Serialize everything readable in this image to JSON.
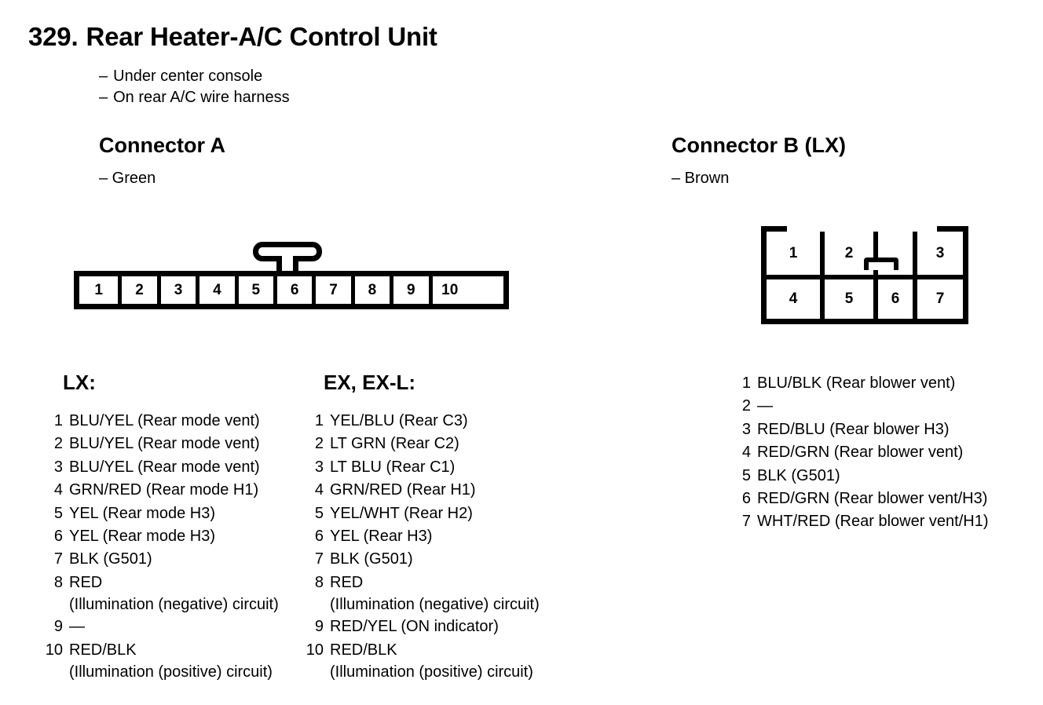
{
  "title": {
    "number": "329.",
    "text": "Rear Heater-A/C Control Unit"
  },
  "subtitles": [
    {
      "dash": "–",
      "text": "Under center console"
    },
    {
      "dash": "–",
      "text": "On rear A/C wire harness"
    }
  ],
  "connector_a": {
    "heading": "Connector A",
    "color_note": "– Green",
    "pin_cells": [
      "1",
      "2",
      "3",
      "4",
      "5",
      "6",
      "7",
      "8",
      "9",
      "10"
    ]
  },
  "connector_b": {
    "heading": "Connector B (LX)",
    "color_note": "– Brown",
    "cells_top": [
      "1",
      "2",
      "3"
    ],
    "cells_bottom": [
      "4",
      "5",
      "6",
      "7"
    ]
  },
  "lx_list": {
    "heading": "LX:",
    "pins": [
      {
        "num": "1",
        "desc": "BLU/YEL (Rear mode vent)"
      },
      {
        "num": "2",
        "desc": "BLU/YEL (Rear mode vent)"
      },
      {
        "num": "3",
        "desc": "BLU/YEL (Rear mode vent)"
      },
      {
        "num": "4",
        "desc": "GRN/RED (Rear mode H1)"
      },
      {
        "num": "5",
        "desc": "YEL (Rear mode H3)"
      },
      {
        "num": "6",
        "desc": "YEL (Rear mode H3)"
      },
      {
        "num": "7",
        "desc": "BLK (G501)"
      },
      {
        "num": "8",
        "desc": "RED",
        "cont": "(Illumination (negative) circuit)"
      },
      {
        "num": "9",
        "desc": "—"
      },
      {
        "num": "10",
        "desc": "RED/BLK",
        "cont": "(Illumination (positive) circuit)"
      }
    ]
  },
  "ex_list": {
    "heading": "EX, EX-L:",
    "pins": [
      {
        "num": "1",
        "desc": "YEL/BLU (Rear C3)"
      },
      {
        "num": "2",
        "desc": "LT GRN (Rear C2)"
      },
      {
        "num": "3",
        "desc": "LT BLU (Rear C1)"
      },
      {
        "num": "4",
        "desc": "GRN/RED (Rear H1)"
      },
      {
        "num": "5",
        "desc": "YEL/WHT (Rear H2)"
      },
      {
        "num": "6",
        "desc": "YEL (Rear H3)"
      },
      {
        "num": "7",
        "desc": "BLK (G501)"
      },
      {
        "num": "8",
        "desc": "RED",
        "cont": "(Illumination (negative) circuit)"
      },
      {
        "num": "9",
        "desc": "RED/YEL (ON indicator)"
      },
      {
        "num": "10",
        "desc": "RED/BLK",
        "cont": "(Illumination (positive) circuit)"
      }
    ]
  },
  "connector_b_list": {
    "pins": [
      {
        "num": "1",
        "desc": "BLU/BLK (Rear blower vent)"
      },
      {
        "num": "2",
        "desc": "—"
      },
      {
        "num": "3",
        "desc": "RED/BLU (Rear blower H3)"
      },
      {
        "num": "4",
        "desc": "RED/GRN (Rear blower vent)"
      },
      {
        "num": "5",
        "desc": "BLK (G501)"
      },
      {
        "num": "6",
        "desc": "RED/GRN (Rear blower vent/H3)"
      },
      {
        "num": "7",
        "desc": "WHT/RED (Rear blower vent/H1)"
      }
    ]
  },
  "colors": {
    "ink": "#000000",
    "paper": "#ffffff"
  }
}
